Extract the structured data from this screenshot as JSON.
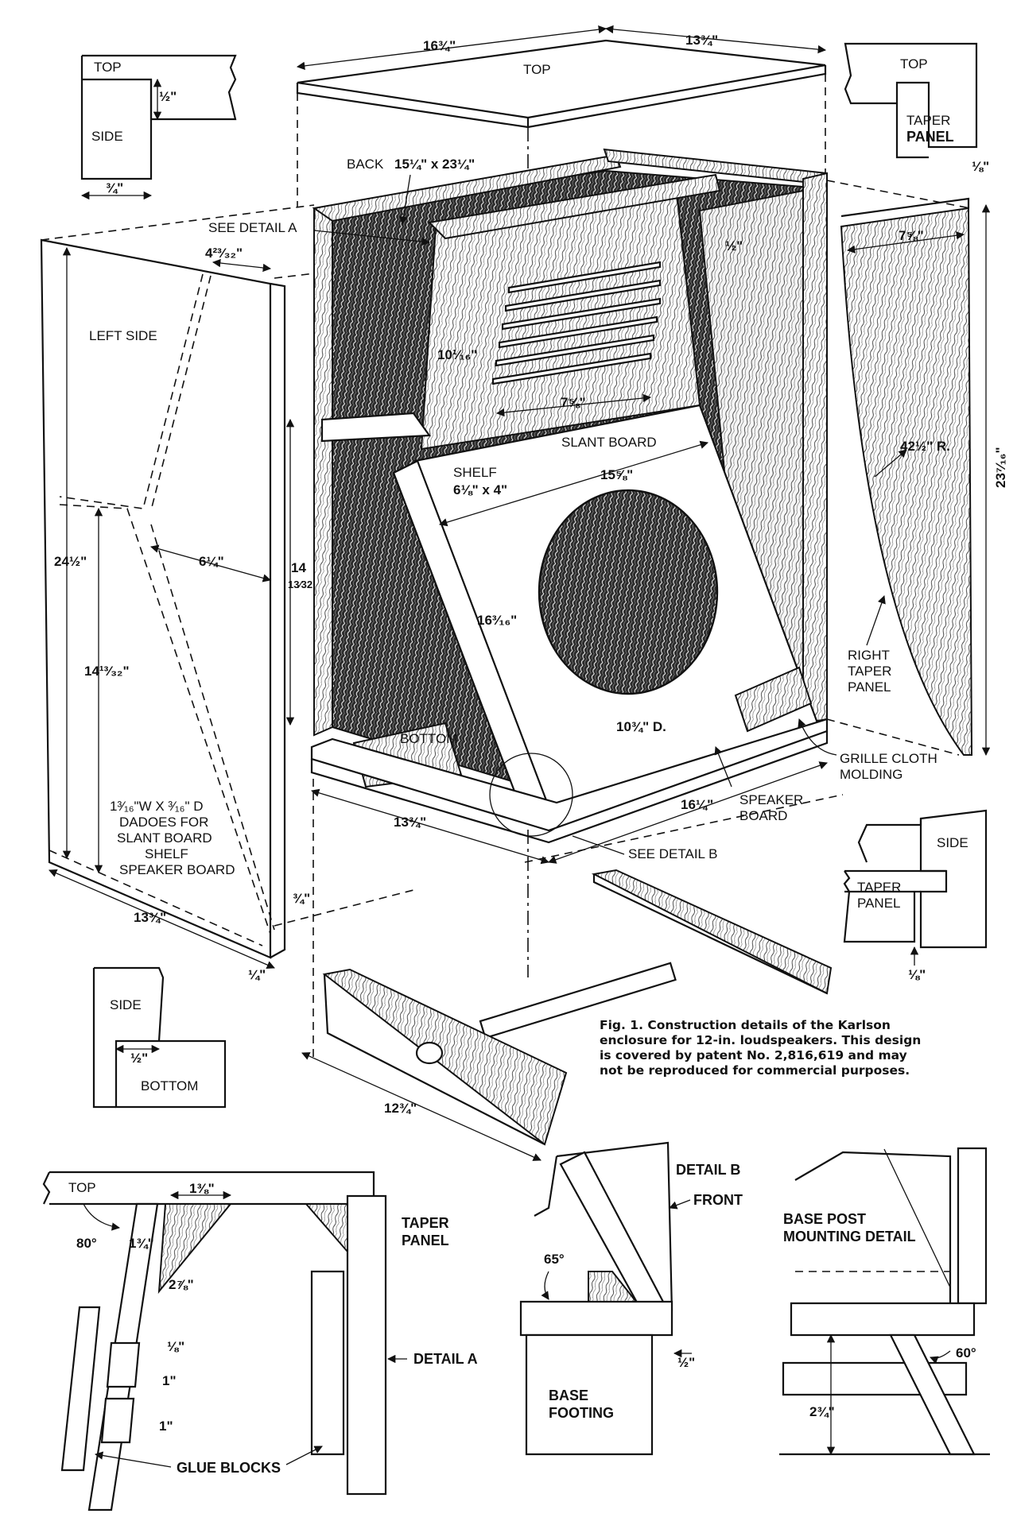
{
  "top_view": {
    "overall_width": "16¾\"",
    "overall_depth": "13¾\"",
    "top_label": "TOP"
  },
  "details_small": {
    "top_side_top": "TOP",
    "top_side_side": "SIDE",
    "top_side_half": "½\"",
    "top_side_three_quarter": "¾\"",
    "top_taper_top": "TOP",
    "top_taper_taper": "TAPER",
    "top_taper_panel": "PANEL",
    "top_taper_eighth": "⅛\"",
    "side_taper_side": "SIDE",
    "side_taper_taper": "TAPER",
    "side_taper_panel": "PANEL",
    "side_taper_eighth": "⅛\"",
    "side_bottom_side": "SIDE",
    "side_bottom_half": "½\"",
    "side_bottom_bottom": "BOTTOM"
  },
  "main_labels": {
    "back": "BACK",
    "back_size": "15¼\" x 23¼\"",
    "see_detail_a": "SEE DETAIL  A",
    "left_side": "LEFT SIDE",
    "left_side_dim_top": "4²³⁄₃₂\"",
    "dim_10_1_16": "10¹⁄₁₆\"",
    "dim_7_5_8_a": "7⅝\"",
    "dim_half_top": "½\"",
    "slant_board": "SLANT BOARD",
    "shelf": "SHELF",
    "shelf_size": "6⅛\" x 4\"",
    "dim_15_5_8": "15⅝\"",
    "dim_6_1_4": "6¼\"",
    "dim_24_1_2": "24½\"",
    "dim_14_13_32_a": "14",
    "dim_14_13_32_a_frac": "13⁄32",
    "dim_14_13_32_b": "14¹³⁄₃₂\"",
    "dim_16_3_16": "16³⁄₁₆\"",
    "dim_10_3_4": "10¾\" D.",
    "bottom": "BOTTOM",
    "dadoes_1": "1³⁄₁₆\"W X ³⁄₁₆\" D",
    "dadoes_2": "DADOES FOR",
    "dadoes_3": "SLANT BOARD",
    "dadoes_4": "SHELF",
    "dadoes_5": "SPEAKER BOARD",
    "dim_13_3_4_left": "13¾\"",
    "dim_13_3_4_bottom": "13¾\"",
    "dim_16_1_4": "16¼\"",
    "dim_3_4_small": "¾\"",
    "dim_1_4_small": "¼\"",
    "speaker_board_1": "SPEAKER",
    "speaker_board_2": "BOARD",
    "see_detail_b": "SEE DETAIL B",
    "grille_1": "GRILLE CLOTH",
    "grille_2": "MOLDING",
    "right_taper_1": "RIGHT",
    "right_taper_2": "TAPER",
    "right_taper_3": "PANEL",
    "dim_7_5_8_b": "7⅝\"",
    "dim_42_1_2": "42½\" R.",
    "dim_23_7_16": "23⁷⁄₁₆\"",
    "dim_12_3_4": "12¾\""
  },
  "caption": {
    "line1": "Fig. 1. Construction details of the Karlson",
    "line2": "enclosure for  12-in. loudspeakers. This design",
    "line3": "is covered by patent No. 2,816,619 and may",
    "line4": "not be reproduced for commercial purposes."
  },
  "detail_a": {
    "top": "TOP",
    "angle_80": "80°",
    "dim_1_3_8": "1⅜\"",
    "dim_1_3_4": "1¾\"",
    "dim_2_7_8": "2⅞\"",
    "dim_1_8": "⅛\"",
    "dim_1_a": "1\"",
    "dim_1_b": "1\"",
    "taper": "TAPER",
    "panel": "PANEL",
    "detail_a_label": "DETAIL A",
    "glue_blocks": "GLUE BLOCKS"
  },
  "detail_b": {
    "detail_b_label": "DETAIL B",
    "front": "FRONT",
    "angle_65": "65°",
    "dim_half": "½\"",
    "base": "BASE",
    "footing": "FOOTING"
  },
  "base_post": {
    "title_1": "BASE POST",
    "title_2": "MOUNTING DETAIL",
    "angle_60": "60°",
    "dim_2_3_4": "2¾\""
  }
}
